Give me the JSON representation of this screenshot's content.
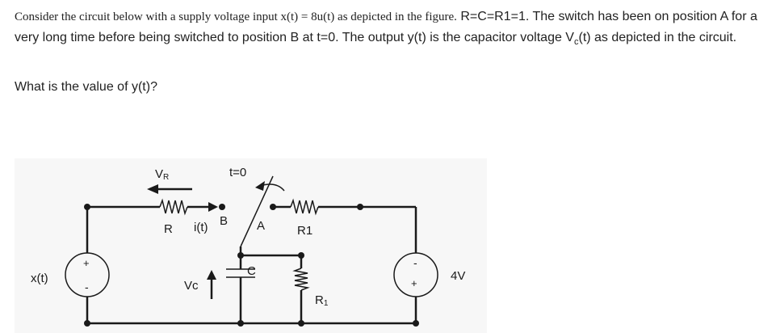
{
  "question": {
    "serif_part": "Consider the circuit below with a supply voltage input x(t) = 8u(t) as depicted in the figure.",
    "part1": " R=C=R1=1. The switch has been on position A for a very long time before being switched to position B at t=0. The output y(t) is the capacitor voltage V",
    "sub_c": "c",
    "part2": "(t) as depicted in the circuit.",
    "ask": "What is the value of y(t)?"
  },
  "circuit": {
    "label_vr": "V",
    "label_vr_sub": "R",
    "label_t0": "t=0",
    "label_r": "R",
    "label_it": "i(t)",
    "label_b": "B",
    "label_a": "A",
    "label_r1_top": "R1",
    "label_c": "C",
    "label_vc": "Vc",
    "label_r1_bottom": "R",
    "label_r1_bottom_sub": "1",
    "label_xt": "x(t)",
    "label_plus_left": "+",
    "label_minus_left": "-",
    "label_minus_right": "-",
    "label_plus_right": "+",
    "label_4v": "4V"
  }
}
